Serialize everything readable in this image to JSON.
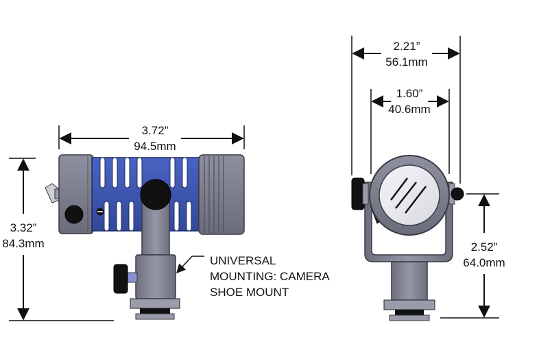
{
  "dimensions": {
    "side_length": {
      "inches": "3.72”",
      "mm": "94.5mm"
    },
    "side_height": {
      "inches": "3.32”",
      "mm": "84.3mm"
    },
    "front_outer_width": {
      "inches": "2.21”",
      "mm": "56.1mm"
    },
    "front_lens_width": {
      "inches": "1.60”",
      "mm": "40.6mm"
    },
    "front_height": {
      "inches": "2.52”",
      "mm": "64.0mm"
    }
  },
  "annotation": {
    "lines": [
      "UNIVERSAL",
      "MOUNTING: CAMERA",
      "SHOE MOUNT"
    ]
  },
  "colors": {
    "housing_gray": "#7b7d8c",
    "heatsink_blue": "#3d55b0",
    "knob_black": "#111111",
    "line_black": "#111111"
  }
}
